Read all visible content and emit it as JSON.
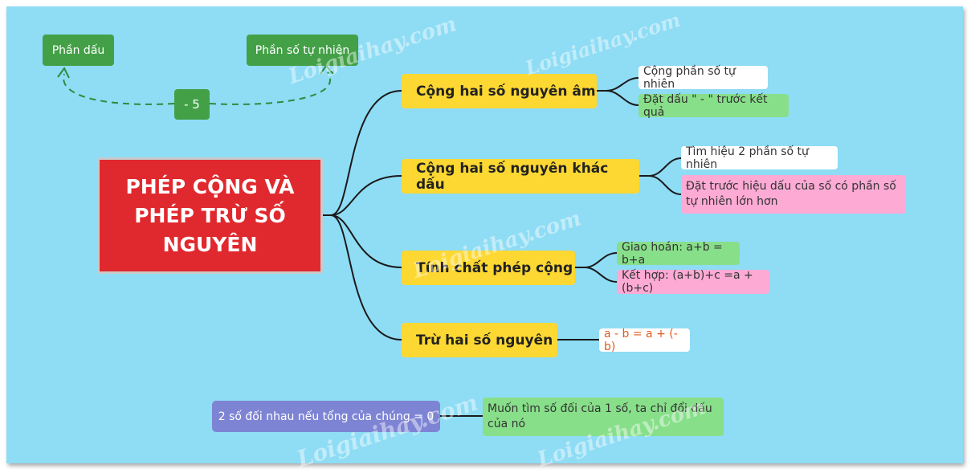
{
  "central": {
    "title": "PHÉP CỘNG VÀ PHÉP TRỪ SỐ NGUYÊN"
  },
  "topnote": {
    "left_label": "Phần dấu",
    "right_label": "Phần số tự nhiên",
    "example": "- 5"
  },
  "branches": [
    {
      "label": "Cộng hai số nguyên âm",
      "children": [
        "Cộng phần số tự nhiên",
        "Đặt dấu \" - \" trước kết quả"
      ]
    },
    {
      "label": "Cộng hai số nguyên khác dấu",
      "children": [
        "Tìm hiệu 2 phần số tự nhiên",
        "Đặt trước hiệu dấu của số có phần số tự nhiên lớn hơn"
      ]
    },
    {
      "label": "Tính chất phép cộng",
      "children": [
        "Giao hoán: a+b = b+a",
        "Kết hợp: (a+b)+c =a +(b+c)"
      ]
    },
    {
      "label": "Trừ hai số nguyên",
      "children": [
        "a - b = a + (-b)"
      ]
    }
  ],
  "footnote": {
    "left": "2 số đối nhau nếu tổng của chúng = 0",
    "right": "Muốn tìm số đối của 1 số, ta chỉ đổi dấu của nó"
  },
  "watermark": "Loigiaihay.com",
  "colors": {
    "background": "#8fdcf5",
    "central": "#e0292e",
    "branch": "#fdd832",
    "leaf_green": "#88df8a",
    "leaf_pink": "#fdaad5",
    "top_nodes": "#43a047",
    "footnote_left": "#7e84d4",
    "formula_text": "#e05a1e"
  }
}
